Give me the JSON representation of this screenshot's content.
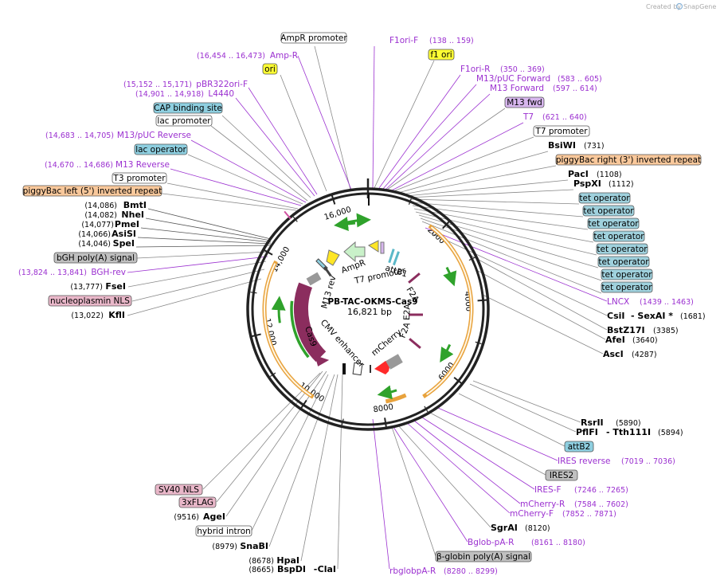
{
  "credit": {
    "prefix": "Created by",
    "brand": "SnapGene"
  },
  "plasmid": {
    "name": "PB-TAC-OKMS-Cas9",
    "size": "16,821 bp"
  },
  "ticks": [
    "2000",
    "4000",
    "6000",
    "8000",
    "10,000",
    "12,000",
    "14,000",
    "16,000"
  ],
  "colors": {
    "primer": "#9b30d0",
    "ori": "#ffff33",
    "cap": "#8ecfe0",
    "promoter_fill": "#ffffff",
    "repeat": "#f9c89b",
    "pa": "#c0c0c0",
    "nls": "#e9b7c9",
    "m13fwd": "#d7b6ee",
    "tetop": "#9fd1dd",
    "cas9": "#8b2d5e",
    "gene_orange": "#e8a23c",
    "green": "#2fa22b",
    "mcherry": "#ff2a2a"
  },
  "left_labels": [
    {
      "text": "AmpR promoter",
      "kind": "promoter"
    },
    {
      "text": "(16,454 .. 16,473)",
      "kind": "primerpos"
    },
    {
      "text": "Amp-R",
      "kind": "primer"
    },
    {
      "text": "ori",
      "kind": "ori"
    },
    {
      "text": "(15,152 .. 15,171)",
      "kind": "primerpos"
    },
    {
      "text": "pBR322ori-F",
      "kind": "primer"
    },
    {
      "text": "(14,901 .. 14,918)",
      "kind": "primerpos"
    },
    {
      "text": "L4440",
      "kind": "primer"
    },
    {
      "text": "CAP binding site",
      "kind": "cap"
    },
    {
      "text": "lac promoter",
      "kind": "promoter"
    },
    {
      "text": "(14,683 .. 14,705)",
      "kind": "primerpos"
    },
    {
      "text": "M13/pUC Reverse",
      "kind": "primer"
    },
    {
      "text": "lac operator",
      "kind": "cap"
    },
    {
      "text": "(14,670 .. 14,686)",
      "kind": "primerpos"
    },
    {
      "text": "M13 Reverse",
      "kind": "primer"
    },
    {
      "text": "T3 promoter",
      "kind": "promoter"
    },
    {
      "text": "piggyBac left (5') inverted repeat",
      "kind": "repeat"
    },
    {
      "text": "(14,086)",
      "kind": "pos"
    },
    {
      "text": "BmtI",
      "kind": "bold"
    },
    {
      "text": "(14,082)",
      "kind": "pos"
    },
    {
      "text": "NheI",
      "kind": "bold"
    },
    {
      "text": "(14,077)",
      "kind": "pos"
    },
    {
      "text": "PmeI",
      "kind": "bold"
    },
    {
      "text": "(14,066)",
      "kind": "pos"
    },
    {
      "text": "AsiSI",
      "kind": "bold"
    },
    {
      "text": "(14,046)",
      "kind": "pos"
    },
    {
      "text": "SpeI",
      "kind": "bold"
    },
    {
      "text": "bGH poly(A) signal",
      "kind": "pa"
    },
    {
      "text": "(13,824 .. 13,841)",
      "kind": "primerpos"
    },
    {
      "text": "BGH-rev",
      "kind": "primer"
    },
    {
      "text": "(13,777)",
      "kind": "pos"
    },
    {
      "text": "FseI",
      "kind": "bold"
    },
    {
      "text": "nucleoplasmin NLS",
      "kind": "nls"
    },
    {
      "text": "(13,022)",
      "kind": "pos"
    },
    {
      "text": "KflI",
      "kind": "bold"
    },
    {
      "text": "SV40 NLS",
      "kind": "nls"
    },
    {
      "text": "3xFLAG",
      "kind": "nls"
    },
    {
      "text": "(9516)",
      "kind": "pos"
    },
    {
      "text": "AgeI",
      "kind": "bold"
    },
    {
      "text": "hybrid intron",
      "kind": "promoter"
    },
    {
      "text": "(8979)",
      "kind": "pos"
    },
    {
      "text": "SnaBI",
      "kind": "bold"
    },
    {
      "text": "(8678)",
      "kind": "pos"
    },
    {
      "text": "HpaI",
      "kind": "bold"
    },
    {
      "text": "(8665)",
      "kind": "pos"
    },
    {
      "text": "BspDI",
      "kind": "bold"
    },
    {
      "text": "-",
      "kind": "bold"
    },
    {
      "text": "ClaI",
      "kind": "bold"
    }
  ],
  "right_labels": [
    {
      "text": "F1ori-F",
      "kind": "primer"
    },
    {
      "text": "(138 .. 159)",
      "kind": "primerpos"
    },
    {
      "text": "f1 ori",
      "kind": "ori"
    },
    {
      "text": "F1ori-R",
      "kind": "primer"
    },
    {
      "text": "(350 .. 369)",
      "kind": "primerpos"
    },
    {
      "text": "M13/pUC Forward",
      "kind": "primer"
    },
    {
      "text": "(583 .. 605)",
      "kind": "primerpos"
    },
    {
      "text": "M13 Forward",
      "kind": "primer"
    },
    {
      "text": "(597 .. 614)",
      "kind": "primerpos"
    },
    {
      "text": "M13 fwd",
      "kind": "m13fwd"
    },
    {
      "text": "T7",
      "kind": "primer"
    },
    {
      "text": "(621 .. 640)",
      "kind": "primerpos"
    },
    {
      "text": "T7 promoter",
      "kind": "promoter"
    },
    {
      "text": "BsiWI",
      "kind": "bold"
    },
    {
      "text": "(731)",
      "kind": "pos"
    },
    {
      "text": "piggyBac right (3') inverted repeat",
      "kind": "repeat"
    },
    {
      "text": "PacI",
      "kind": "bold"
    },
    {
      "text": "(1108)",
      "kind": "pos"
    },
    {
      "text": "PspXI",
      "kind": "bold"
    },
    {
      "text": "(1112)",
      "kind": "pos"
    },
    {
      "text": "tet operator",
      "kind": "tetop"
    },
    {
      "text": "LNCX",
      "kind": "primer"
    },
    {
      "text": "(1439 .. 1463)",
      "kind": "primerpos"
    },
    {
      "text": "CsiI",
      "kind": "bold"
    },
    {
      "text": "- SexAI *",
      "kind": "bold"
    },
    {
      "text": "(1681)",
      "kind": "pos"
    },
    {
      "text": "BstZ17I",
      "kind": "bold"
    },
    {
      "text": "(3385)",
      "kind": "pos"
    },
    {
      "text": "AfeI",
      "kind": "bold"
    },
    {
      "text": "(3640)",
      "kind": "pos"
    },
    {
      "text": "AscI",
      "kind": "bold"
    },
    {
      "text": "(4287)",
      "kind": "pos"
    },
    {
      "text": "RsrII",
      "kind": "bold"
    },
    {
      "text": "(5890)",
      "kind": "pos"
    },
    {
      "text": "PflFI",
      "kind": "bold"
    },
    {
      "text": "- Tth111I",
      "kind": "bold"
    },
    {
      "text": "(5894)",
      "kind": "pos"
    },
    {
      "text": "attB2",
      "kind": "cap"
    },
    {
      "text": "IRES reverse",
      "kind": "primer"
    },
    {
      "text": "(7019 .. 7036)",
      "kind": "primerpos"
    },
    {
      "text": "IRES2",
      "kind": "pa"
    },
    {
      "text": "IRES-F",
      "kind": "primer"
    },
    {
      "text": "(7246 .. 7265)",
      "kind": "primerpos"
    },
    {
      "text": "mCherry-R",
      "kind": "primer"
    },
    {
      "text": "(7584 .. 7602)",
      "kind": "primerpos"
    },
    {
      "text": "mCherry-F",
      "kind": "primer"
    },
    {
      "text": "(7852 .. 7871)",
      "kind": "primerpos"
    },
    {
      "text": "SgrAI",
      "kind": "bold"
    },
    {
      "text": "(8120)",
      "kind": "pos"
    },
    {
      "text": "Bglob-pA-R",
      "kind": "primer"
    },
    {
      "text": "(8161 .. 8180)",
      "kind": "primerpos"
    },
    {
      "text": "β-globin poly(A) signal",
      "kind": "pa"
    },
    {
      "text": "rbglobpA-R",
      "kind": "primer"
    },
    {
      "text": "(8280 .. 8299)",
      "kind": "primerpos"
    }
  ],
  "inner_labels": [
    "M13 rev",
    "AmpR",
    "T7 promoter",
    "attB1",
    "F2A",
    "E2A",
    "F2A",
    "mCherry",
    "CMV enhancer",
    "Cas9"
  ]
}
